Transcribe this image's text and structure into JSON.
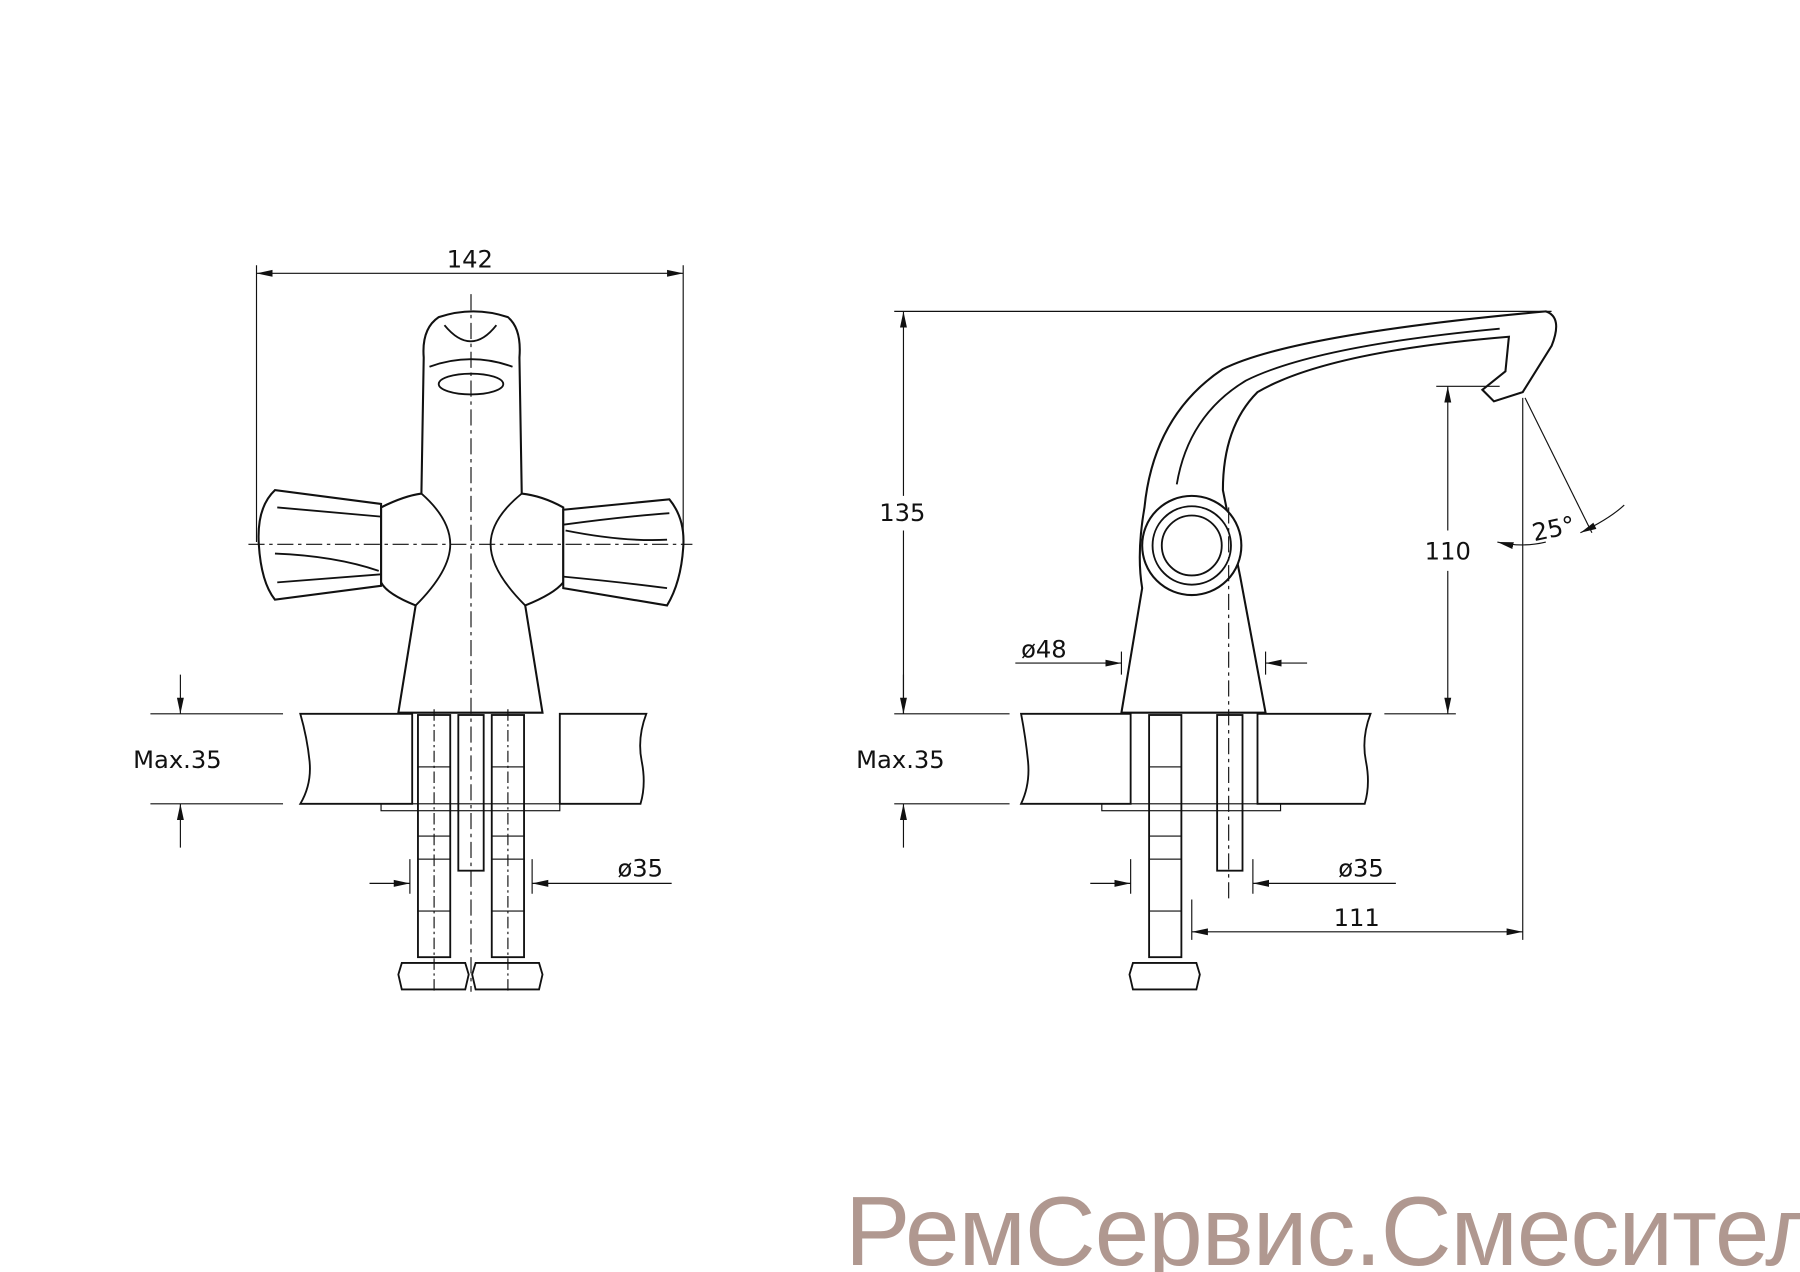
{
  "front_view": {
    "width_dim": "142",
    "mount_thickness": "Max.35",
    "hole_diameter": "ø35"
  },
  "side_view": {
    "height_dim": "135",
    "spout_height_dim": "110",
    "angle_dim": "25°",
    "base_diameter": "ø48",
    "mount_thickness": "Max.35",
    "hole_diameter": "ø35",
    "reach_dim": "111"
  },
  "watermark": "РемСервис.Смесители",
  "colors": {
    "line": "#111111",
    "watermark": "#b09890"
  }
}
